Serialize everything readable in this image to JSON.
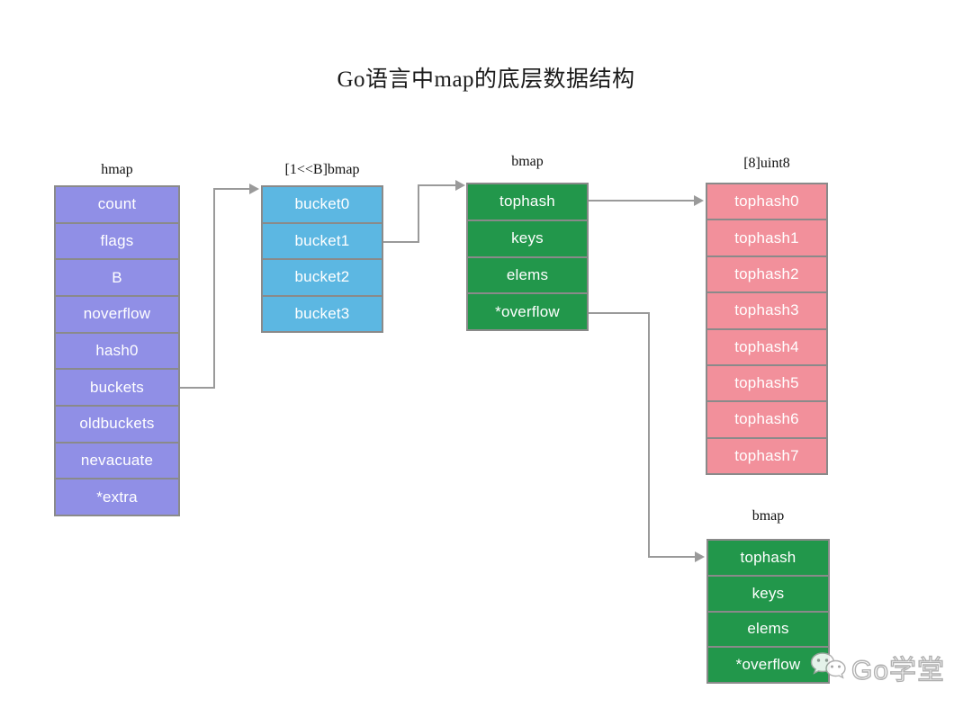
{
  "title": "Go语言中map的底层数据结构",
  "structs": {
    "hmap": {
      "label": "hmap",
      "fields": [
        "count",
        "flags",
        "B",
        "noverflow",
        "hash0",
        "buckets",
        "oldbuckets",
        "nevacuate",
        "*extra"
      ],
      "color": "#908fe6"
    },
    "buckets_array": {
      "label": "[1<<B]bmap",
      "fields": [
        "bucket0",
        "bucket1",
        "bucket2",
        "bucket3"
      ],
      "color": "#5cb7e2"
    },
    "bmap_main": {
      "label": "bmap",
      "fields": [
        "tophash",
        "keys",
        "elems",
        "*overflow"
      ],
      "color": "#22974b"
    },
    "tophash_array": {
      "label": "[8]uint8",
      "fields": [
        "tophash0",
        "tophash1",
        "tophash2",
        "tophash3",
        "tophash4",
        "tophash5",
        "tophash6",
        "tophash7"
      ],
      "color": "#f2909b"
    },
    "bmap_overflow": {
      "label": "bmap",
      "fields": [
        "tophash",
        "keys",
        "elems",
        "*overflow"
      ],
      "color": "#22974b"
    }
  },
  "connectors": [
    {
      "name": "hmap-buckets-to-bucket0",
      "from": "hmap.buckets",
      "to": "buckets_array.bucket0"
    },
    {
      "name": "bucket1-to-bmap",
      "from": "buckets_array.bucket1",
      "to": "bmap_main.tophash"
    },
    {
      "name": "tophash-to-tophash-array",
      "from": "bmap_main.tophash",
      "to": "tophash_array.tophash0"
    },
    {
      "name": "overflow-to-bmap-overflow",
      "from": "bmap_main.*overflow",
      "to": "bmap_overflow.tophash"
    }
  ],
  "watermark": {
    "text": "Go学堂",
    "icon": "wechat-icon"
  },
  "colors": {
    "border": "#8a8a8a",
    "connector": "#9a9a9a",
    "background": "#ffffff",
    "text_on_box": "#ffffff",
    "label_text": "#111111"
  }
}
